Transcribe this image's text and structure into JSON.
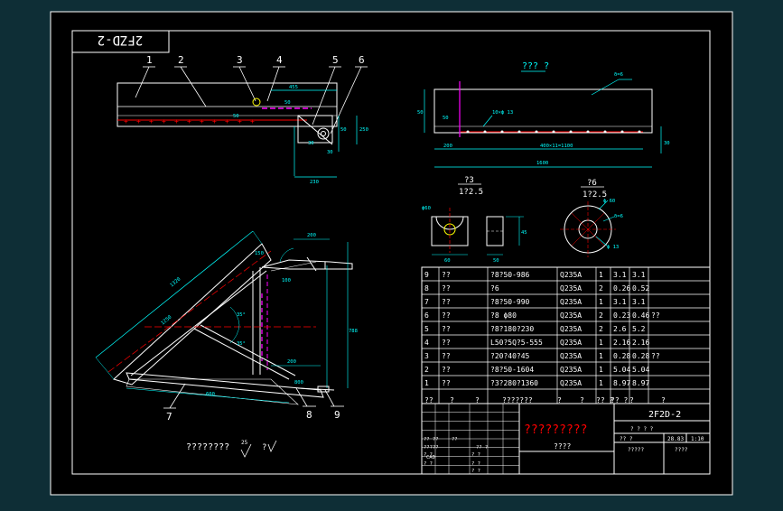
{
  "sheet": {
    "rotated_code": "2FZD-2"
  },
  "part_numbers": [
    "1",
    "2",
    "3",
    "4",
    "5",
    "6"
  ],
  "assembly_numbers": [
    "7",
    "8",
    "9"
  ],
  "side_view": {
    "title": "??? ?",
    "dims": {
      "overall_length": "1600",
      "hole_spacing": "400×11=1100",
      "left_offset": "200",
      "height": "50",
      "left_height": "50",
      "right_tick": "30",
      "label": "10×ϕ 13",
      "note": "δ=6"
    }
  },
  "details": [
    {
      "num": "?3",
      "scale": "1?2.5",
      "dims": [
        "ϕ60",
        "60",
        "50",
        "45"
      ]
    },
    {
      "num": "?6",
      "scale": "1?2.5",
      "dims": [
        "ϕ 60",
        "δ=6",
        "ϕ 13"
      ]
    }
  ],
  "top_view_dims": [
    "455",
    "50",
    "30",
    "30",
    "50",
    "250",
    "50",
    "230"
  ],
  "lower_dims": [
    "1320",
    "200",
    "150",
    "100",
    "1250",
    "200",
    "600",
    "800",
    "788",
    "35°",
    "35°"
  ],
  "drawing_note": "????????",
  "roughness": {
    "a": "25",
    "b": "?"
  },
  "bom": {
    "rows": [
      [
        "9",
        "??",
        "?8?50-986",
        "Q235A",
        "1",
        "3.1",
        "3.1",
        ""
      ],
      [
        "8",
        "??",
        "?6",
        "Q235A",
        "2",
        "0.26",
        "0.52",
        ""
      ],
      [
        "7",
        "??",
        "?8?50-990",
        "Q235A",
        "1",
        "3.1",
        "3.1",
        ""
      ],
      [
        "6",
        "??",
        "?8  ϕ80",
        "Q235A",
        "2",
        "0.23",
        "0.46",
        "??"
      ],
      [
        "5",
        "??",
        "?8?180?230",
        "Q235A",
        "2",
        "2.6",
        "5.2",
        ""
      ],
      [
        "4",
        "??",
        "L50?5Q?5-555",
        "Q235A",
        "1",
        "2.16",
        "2.16",
        ""
      ],
      [
        "3",
        "??",
        "?20?40?45",
        "Q235A",
        "1",
        "0.28",
        "0.28",
        "??"
      ],
      [
        "2",
        "??",
        "?8?50-1604",
        "Q235A",
        "1",
        "5.04",
        "5.04",
        ""
      ],
      [
        "1",
        "??",
        "?3?280?1360",
        "Q235A",
        "1",
        "8.97",
        "8.97",
        ""
      ]
    ],
    "header": [
      "??",
      "?",
      "?",
      "???????",
      "?",
      "?",
      "?? ?",
      "?? ?",
      "?",
      "?"
    ]
  },
  "title_block": {
    "drawing_no": "2F2D-2",
    "name": "?????????",
    "sub": "????",
    "left_small": [
      "?? ??",
      "??",
      "?????",
      "??  ?",
      "? ?",
      "? ?",
      "CAD",
      "? ?",
      "? ?",
      "? ?"
    ],
    "right_small": [
      "? ? ? ?",
      "?? ?",
      "28.83",
      "1:10",
      "?????",
      "????"
    ]
  },
  "colors": {
    "background": "#000000",
    "outer": "#0e2e36",
    "line": "#ffffff",
    "dim": "#00ffff",
    "center": "#ff0000",
    "accent": "#ff00ff",
    "green": "#00ff00",
    "yellow": "#ffff00"
  }
}
